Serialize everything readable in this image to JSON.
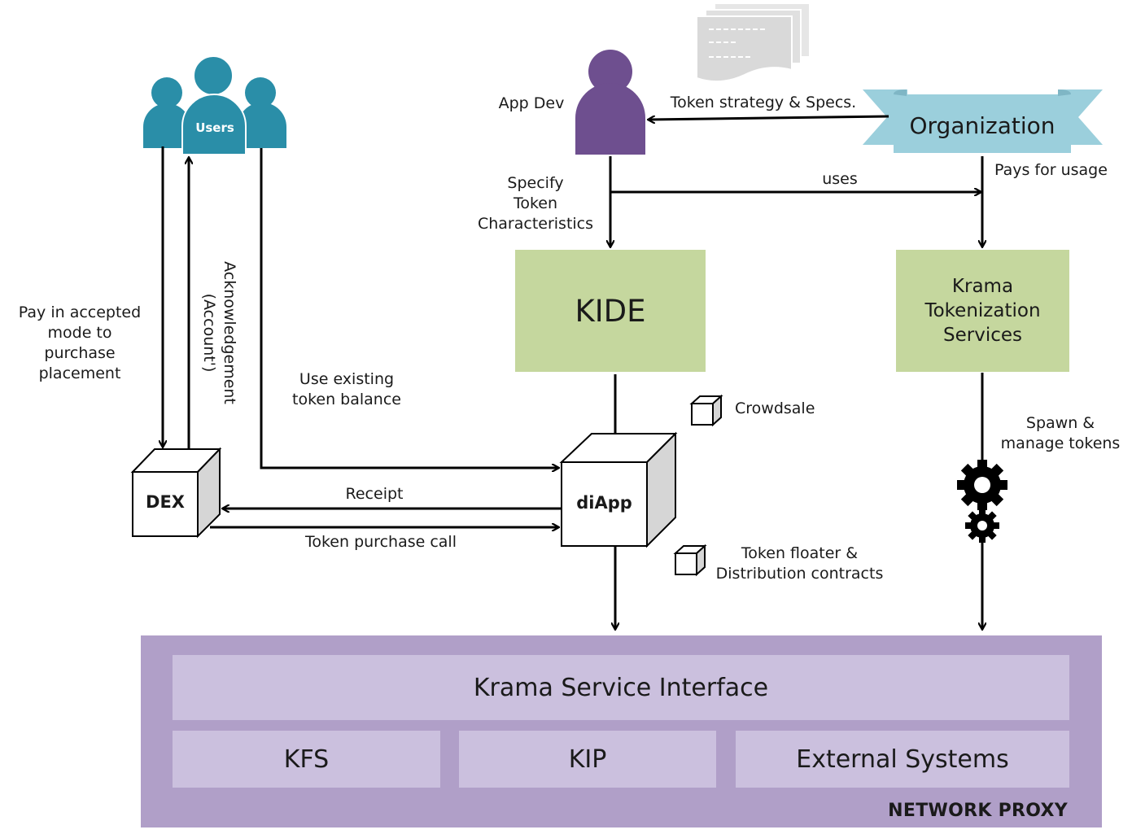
{
  "nodes": {
    "users": "Users",
    "app_dev": "App Dev",
    "organization": "Organization",
    "kide": "KIDE",
    "krama_tokenization": [
      "Krama",
      "Tokenization",
      "Services"
    ],
    "dex": "DEX",
    "diapp": "diApp",
    "crowdsale": "Crowdsale",
    "token_floater": [
      "Token floater &",
      "Distribution contracts"
    ]
  },
  "edges": {
    "token_strategy": "Token strategy & Specs.",
    "uses": "uses",
    "pays_for_usage": "Pays for usage",
    "specify_token": [
      "Specify",
      "Token",
      "Characteristics"
    ],
    "pay_in_accepted": [
      "Pay in accepted",
      "mode to",
      "purchase",
      "placement"
    ],
    "acknowledgement": [
      "Acknowledgement",
      "(Account')"
    ],
    "use_existing": [
      "Use existing",
      "token balance"
    ],
    "receipt": "Receipt",
    "token_purchase_call": "Token purchase call",
    "spawn_manage": [
      "Spawn &",
      "manage tokens"
    ]
  },
  "network_proxy": {
    "title": "NETWORK PROXY",
    "service_interface": "Krama Service Interface",
    "kfs": "KFS",
    "kip": "KIP",
    "external_systems": "External Systems"
  },
  "colors": {
    "users_teal": "#2a8ea8",
    "app_dev_purple": "#6e4f8f",
    "organization_banner": "#9bcfdc",
    "green_box": "#c5d79e",
    "proxy_outer": "#b09fc8",
    "proxy_inner": "#cbc0de",
    "document_gray": "#d9d9d9"
  }
}
